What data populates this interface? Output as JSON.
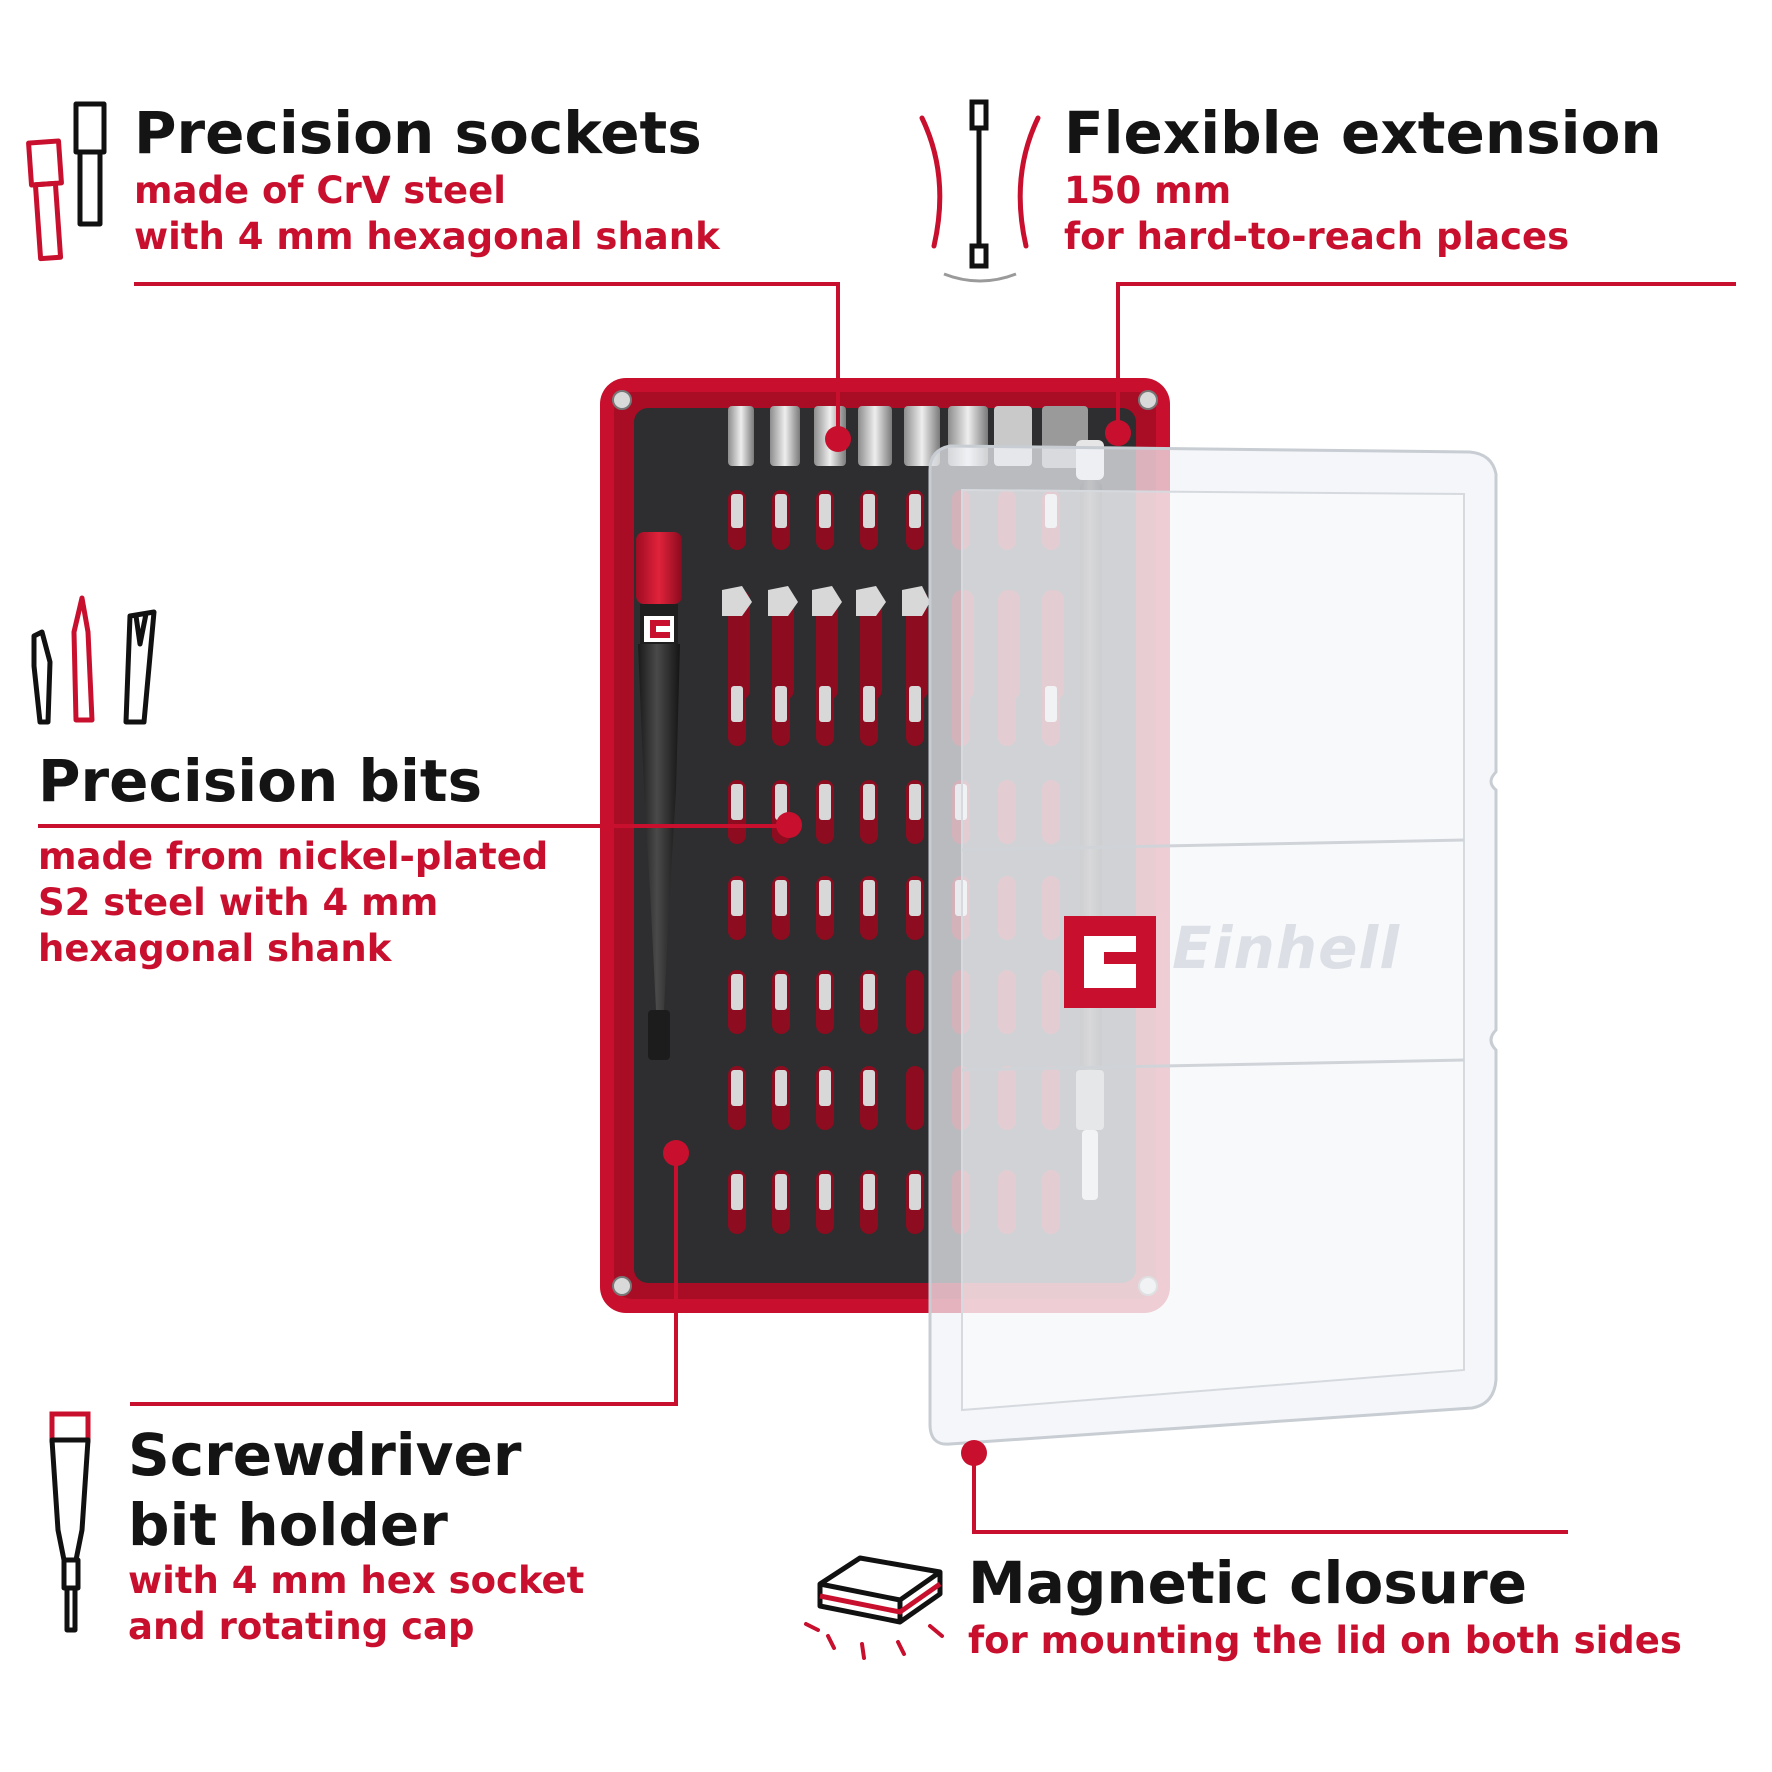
{
  "features": {
    "precision_sockets": {
      "title": "Precision sockets",
      "line1": "made of CrV steel",
      "line2": "with 4 mm hexagonal shank"
    },
    "flexible_extension": {
      "title": "Flexible extension",
      "line1": "150 mm",
      "line2": "for hard-to-reach places"
    },
    "precision_bits": {
      "title": "Precision bits",
      "line1": "made from nickel-plated",
      "line2": "S2 steel with 4 mm",
      "line3": "hexagonal shank"
    },
    "screwdriver": {
      "title1": "Screwdriver",
      "title2": "bit holder",
      "line1": "with 4 mm hex socket",
      "line2": "and rotating cap"
    },
    "magnetic_closure": {
      "title": "Magnetic closure",
      "line1": "for mounting the lid on both sides"
    }
  },
  "product": {
    "lid_brand": "Einhell",
    "accent_color": "#c8102e",
    "tray_color": "#2e2e30"
  },
  "icons": [
    "sockets-icon",
    "flexible-extension-icon",
    "bits-icon",
    "screwdriver-icon",
    "magnetic-case-icon"
  ]
}
